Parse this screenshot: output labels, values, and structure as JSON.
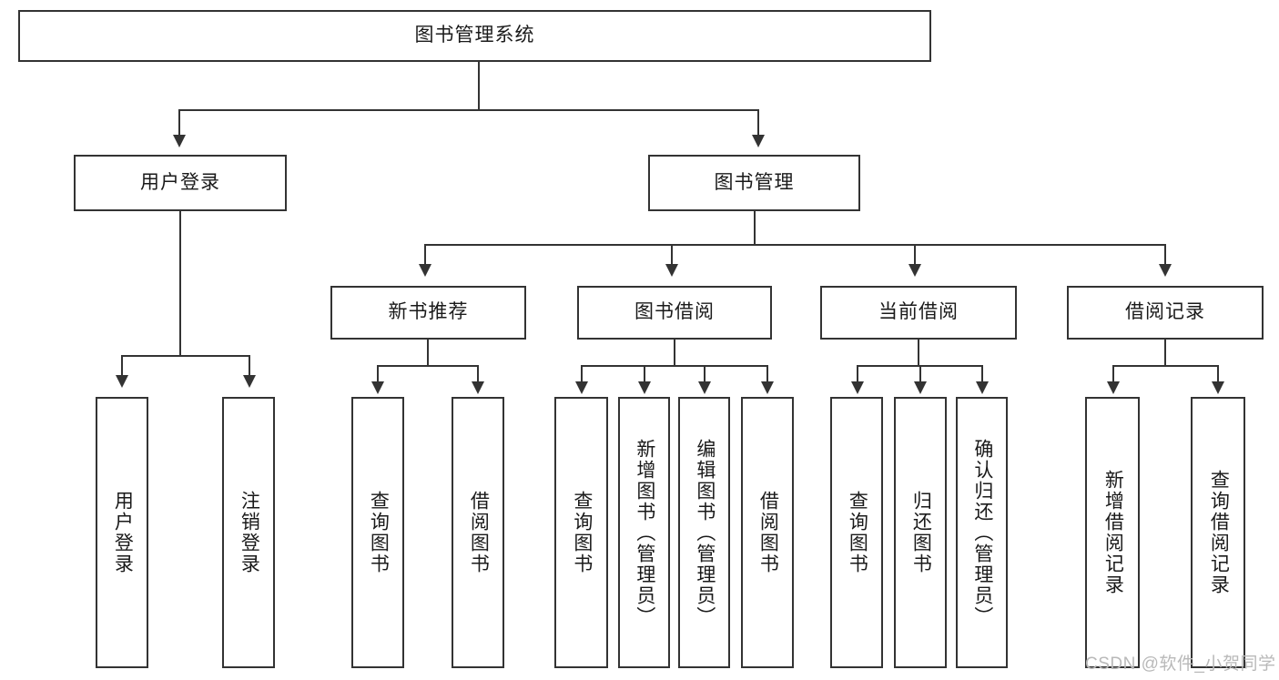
{
  "diagram": {
    "type": "tree-hierarchy-chart",
    "title_text": "图书管理系统",
    "root": {
      "id": "root",
      "label": "图书管理系统"
    },
    "level2": [
      {
        "id": "user-login",
        "label": "用户登录"
      },
      {
        "id": "book-manage",
        "label": "图书管理"
      }
    ],
    "level3": [
      {
        "id": "new-book-recommend",
        "label": "新书推荐"
      },
      {
        "id": "book-borrow",
        "label": "图书借阅"
      },
      {
        "id": "current-borrow",
        "label": "当前借阅"
      },
      {
        "id": "borrow-record",
        "label": "借阅记录"
      }
    ],
    "leaves": {
      "user_login": [
        {
          "id": "leaf-user-login",
          "label": "用户登录"
        },
        {
          "id": "leaf-logout-login",
          "label": "注销登录"
        }
      ],
      "new_book_recommend": [
        {
          "id": "leaf-query-book-1",
          "label": "查询图书"
        },
        {
          "id": "leaf-borrow-book-1",
          "label": "借阅图书"
        }
      ],
      "book_borrow": [
        {
          "id": "leaf-query-book-2",
          "label": "查询图书"
        },
        {
          "id": "leaf-add-book",
          "label": "新增图书（管理员）"
        },
        {
          "id": "leaf-edit-book",
          "label": "编辑图书（管理员）"
        },
        {
          "id": "leaf-borrow-book-2",
          "label": "借阅图书"
        }
      ],
      "current_borrow": [
        {
          "id": "leaf-query-book-3",
          "label": "查询图书"
        },
        {
          "id": "leaf-return-book",
          "label": "归还图书"
        },
        {
          "id": "leaf-confirm-return",
          "label": "确认归还（管理员）"
        }
      ],
      "borrow_record": [
        {
          "id": "leaf-add-record",
          "label": "新增借阅记录"
        },
        {
          "id": "leaf-query-record",
          "label": "查询借阅记录"
        }
      ]
    },
    "colors": {
      "stroke": "#333333",
      "fill": "#ffffff",
      "text": "#1a1a1a",
      "watermark": "#b9b9b9"
    }
  },
  "watermark": {
    "text": "CSDN @软件_小贺同学"
  }
}
